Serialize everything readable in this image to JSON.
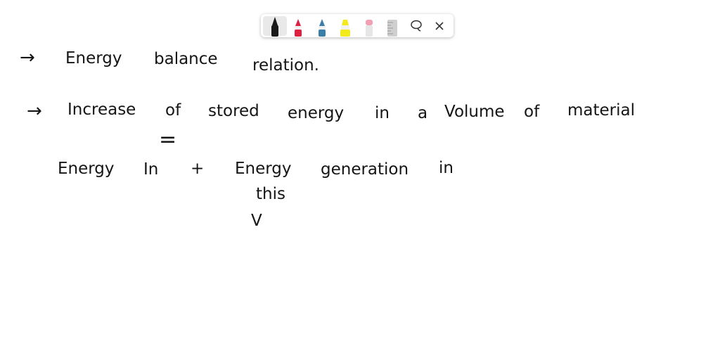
{
  "toolbar": {
    "tools": [
      {
        "name": "black-pen",
        "color": "#1a1a1a",
        "selected": true
      },
      {
        "name": "red-pen",
        "color": "#e02040",
        "selected": false
      },
      {
        "name": "blue-pen",
        "color": "#3a7fa8",
        "selected": false
      },
      {
        "name": "highlighter",
        "color": "#f2ea1e",
        "selected": false
      },
      {
        "name": "eraser",
        "color": "#f0a0b4",
        "selected": false
      },
      {
        "name": "ruler",
        "color": "#cfcfcf",
        "selected": false
      }
    ],
    "lasso_icon": "lasso-icon",
    "close_icon": "close-icon"
  },
  "notes": {
    "line1_arrow": "→",
    "line1_words": [
      "Energy",
      "balance",
      "relation."
    ],
    "line2_arrow": "→",
    "line2_words": [
      "Increase",
      "of",
      "stored",
      "energy",
      "in",
      "a",
      "Volume",
      "of",
      "material"
    ],
    "equals": "=",
    "line3_words": [
      "Energy",
      "In",
      "+",
      "Energy",
      "generation",
      "in"
    ],
    "line4_word": "this",
    "line5_word": "V"
  }
}
